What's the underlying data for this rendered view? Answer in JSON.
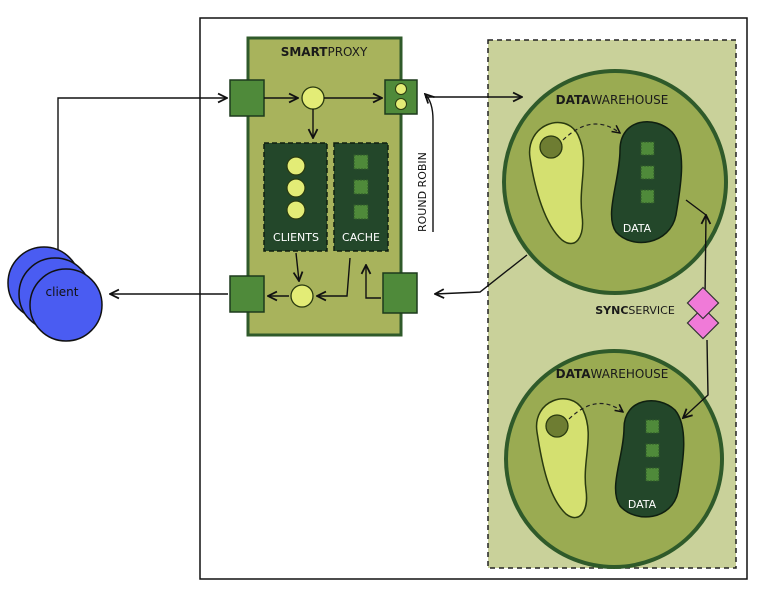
{
  "smartproxy": {
    "title_bold": "SMART",
    "title_rest": "PROXY"
  },
  "clients_box": {
    "label": "CLIENTS"
  },
  "cache_box": {
    "label": "CACHE"
  },
  "round_robin": {
    "label": "ROUND ROBIN"
  },
  "warehouse_top": {
    "title_bold": "DATA",
    "title_rest": "WAREHOUSE",
    "data_label": "DATA"
  },
  "warehouse_bottom": {
    "title_bold": "DATA",
    "title_rest": "WAREHOUSE",
    "data_label": "DATA"
  },
  "sync_service": {
    "title_bold": "SYNC",
    "title_rest": "SERVICE"
  },
  "client": {
    "label": "client"
  },
  "colors": {
    "proxy_fill": "#a8b35c",
    "proxy_border": "#2f5a2a",
    "dark_green": "#23472a",
    "mid_green": "#4f8a3a",
    "light_yellow": "#e3ec76",
    "pale_green": "#c9d19a",
    "warehouse_fill": "#9aab52",
    "blob_light": "#d4e070",
    "sync_pink": "#f07ad8",
    "client_blue": "#4a5cf2"
  }
}
